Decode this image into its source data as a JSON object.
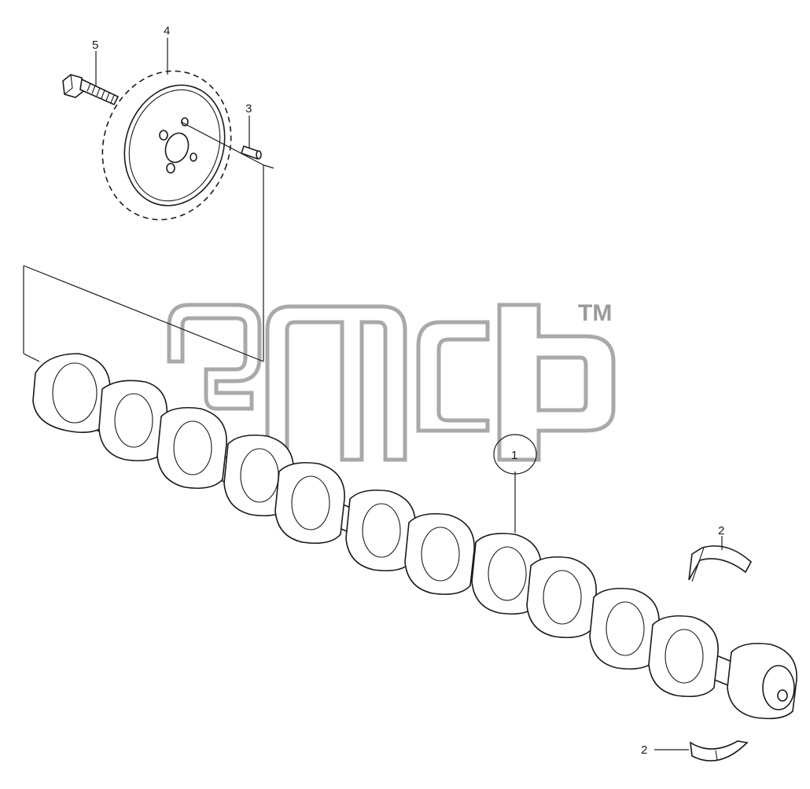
{
  "callouts": {
    "c1": "1",
    "c2a": "2",
    "c2b": "2",
    "c3": "3",
    "c4": "4",
    "c5": "5"
  },
  "watermark": {
    "tm": "TM"
  },
  "colors": {
    "line": "#1a1a1a",
    "watermark": "#9a9a9a",
    "background": "#ffffff"
  }
}
